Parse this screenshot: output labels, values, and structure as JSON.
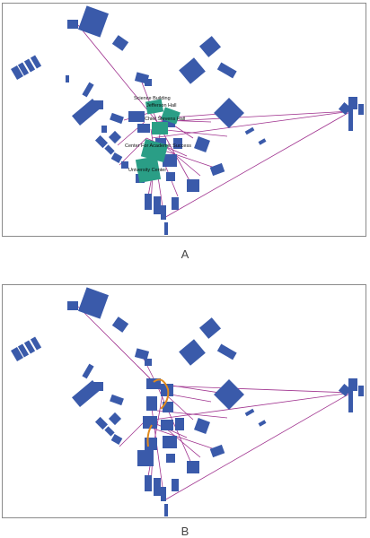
{
  "panels": [
    {
      "label": "A",
      "building_labels": [
        "Science Building",
        "Jefferson Hall",
        "Chief Stevens Hall",
        "Center For Academic Success",
        "University Center"
      ]
    },
    {
      "label": "B",
      "building_labels": []
    }
  ],
  "colors": {
    "building": "#3a5aaa",
    "highlighted_building": "#2a9e86",
    "connection_line": "#a0338f",
    "route_line": "#e08a1e"
  }
}
